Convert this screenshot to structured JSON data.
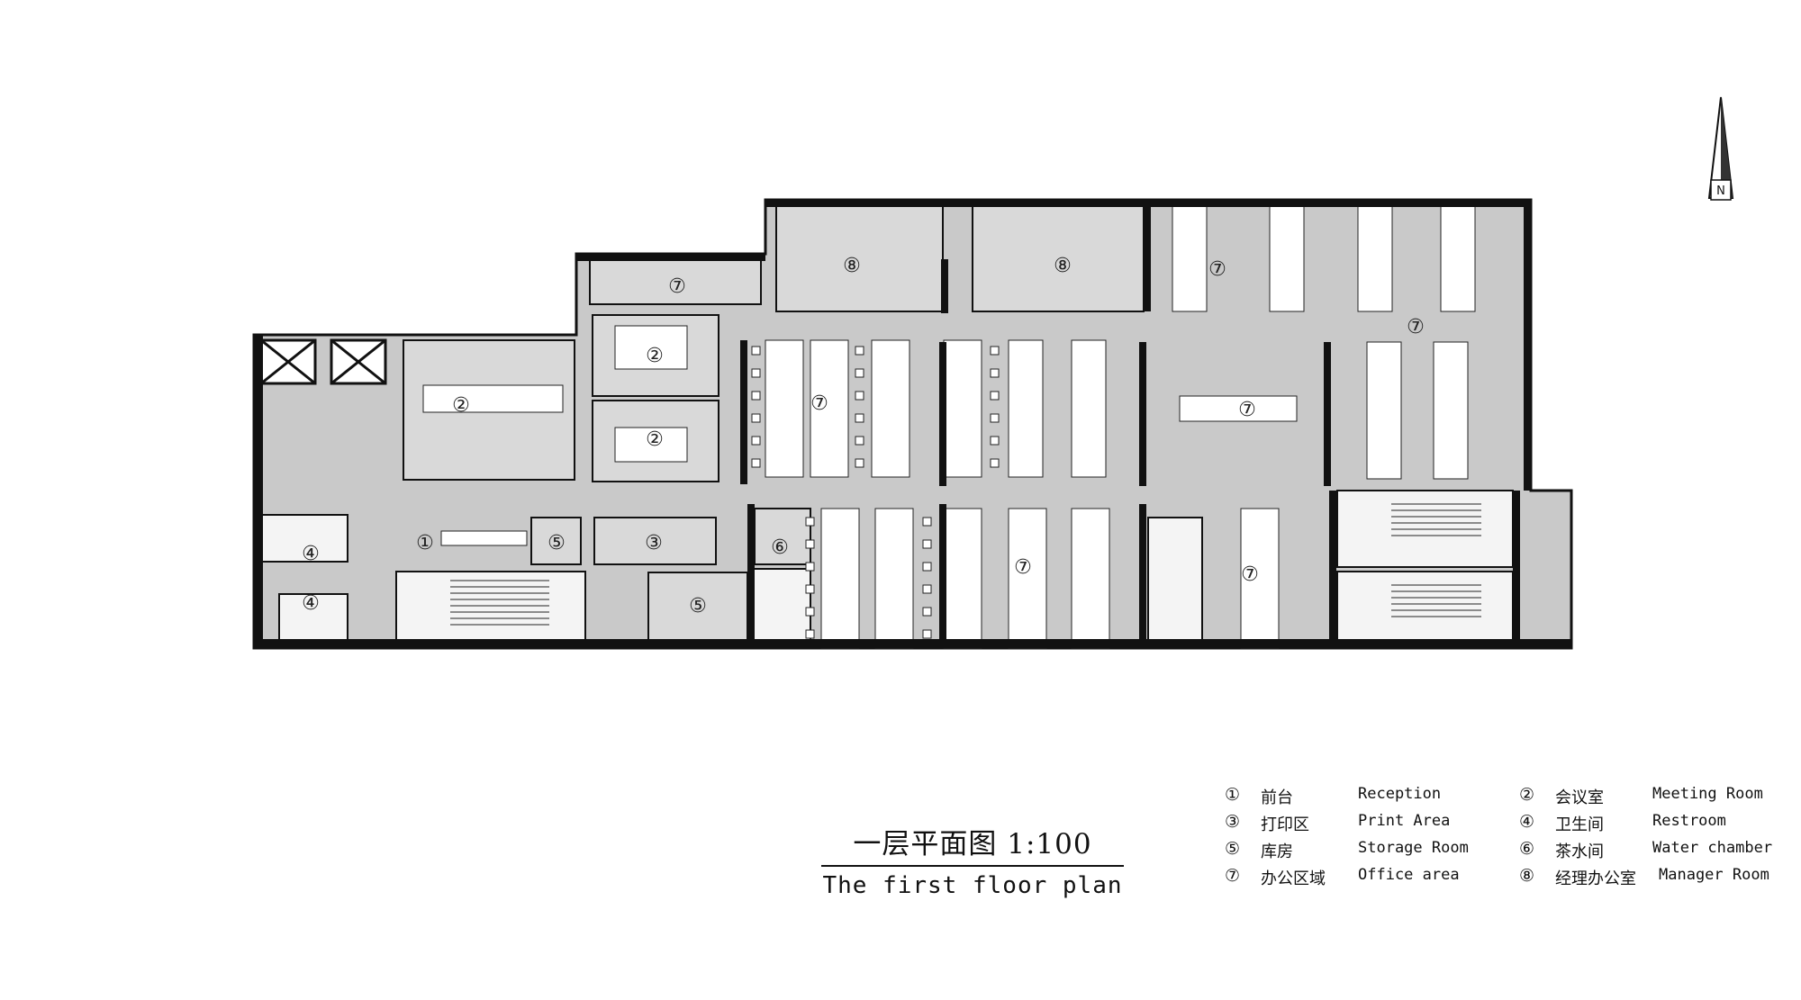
{
  "rooms": [
    {
      "num": "①",
      "zh": "前台",
      "en": "Reception"
    },
    {
      "num": "②",
      "zh": "会议室",
      "en": "Meeting Room"
    },
    {
      "num": "③",
      "zh": "打印区",
      "en": "Print Area"
    },
    {
      "num": "④",
      "zh": "卫生间",
      "en": "Restroom"
    },
    {
      "num": "⑤",
      "zh": "库房",
      "en": "Storage Room"
    },
    {
      "num": "⑥",
      "zh": "茶水间",
      "en": "Water chamber"
    },
    {
      "num": "⑦",
      "zh": "办公区域",
      "en": "Office area"
    },
    {
      "num": "⑧",
      "zh": "经理办公室",
      "en": "Manager Room"
    }
  ],
  "title": {
    "zh": "一层平面图 1:100",
    "en": "The first floor plan"
  },
  "compass": {
    "label": "N"
  },
  "plan_markers": [
    "⑦",
    "⑧",
    "⑧",
    "⑦",
    "②",
    "②",
    "②",
    "⑦",
    "⑦",
    "⑦",
    "①",
    "⑤",
    "③",
    "⑥",
    "④",
    "④",
    "⑤",
    "⑦",
    "⑦"
  ],
  "colors": {
    "wall": "#111111",
    "floor": "#c9c9c9",
    "room": "#d8d8d8",
    "furniture": "#ffffff",
    "stair": "#f2f2f2"
  }
}
